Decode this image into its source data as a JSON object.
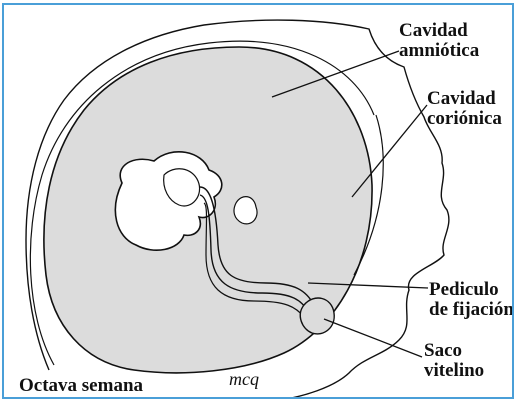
{
  "labels": {
    "cavidad_amniotica": [
      "Cavidad",
      "amniótica"
    ],
    "cavidad_corionica": [
      "Cavidad",
      "coriónica"
    ],
    "pediculo": [
      "Pediculo",
      "de fijación"
    ],
    "saco_vitelino": [
      "Saco",
      "vitelino"
    ]
  },
  "caption": "Octava semana",
  "signature": "mcq",
  "colors": {
    "frame_border": "#4a9fd8",
    "amniotic_fill": "#dcdcdc",
    "line": "#111111",
    "text": "#111111"
  }
}
